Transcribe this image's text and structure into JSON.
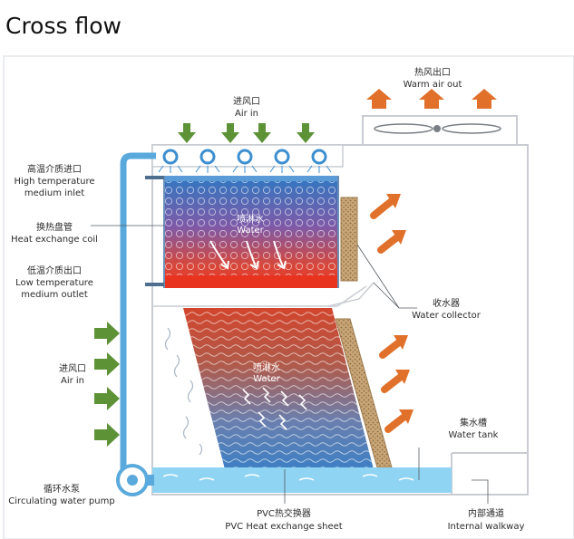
{
  "title": "Cross flow",
  "labels": {
    "warm_air_out_cn": "热风出口",
    "warm_air_out_en": "Warm air out",
    "air_in_top_cn": "进风口",
    "air_in_top_en": "Air in",
    "high_temp_inlet_cn": "高温介质进口",
    "high_temp_inlet_en_1": "High temperature",
    "high_temp_inlet_en_2": "medium inlet",
    "heat_coil_cn": "换热盘管",
    "heat_coil_en": "Heat exchange coil",
    "low_temp_outlet_cn": "低温介质出口",
    "low_temp_outlet_en_1": "Low temperature",
    "low_temp_outlet_en_2": "medium outlet",
    "air_in_side_cn": "进风口",
    "air_in_side_en": "Air in",
    "pump_cn": "循环水泵",
    "pump_en": "Circulating water pump",
    "spray_upper_cn": "喷淋水",
    "spray_upper_en": "Water",
    "spray_lower_cn": "喷淋水",
    "spray_lower_en": "Water",
    "collector_cn": "收水器",
    "collector_en": "Water collector",
    "tank_cn": "集水槽",
    "tank_en": "Water tank",
    "pvc_cn": "PVC热交换器",
    "pvc_en": "PVC Heat exchange sheet",
    "walkway_cn": "内部通道",
    "walkway_en": "Internal walkway"
  },
  "colors": {
    "frame": "#d9dde2",
    "pipe": "#5aa9dc",
    "arrow_green": "#5d9237",
    "arrow_orange": "#e0702a",
    "hot": "#e23a2b",
    "cool": "#3d7fc4",
    "water": "#8fd4f2",
    "collector": "#b59466"
  },
  "icons": [
    "green-air-in-arrow",
    "orange-warm-air-arrow",
    "fan-icon",
    "spray-nozzle-icon",
    "water-drop-arrow"
  ]
}
